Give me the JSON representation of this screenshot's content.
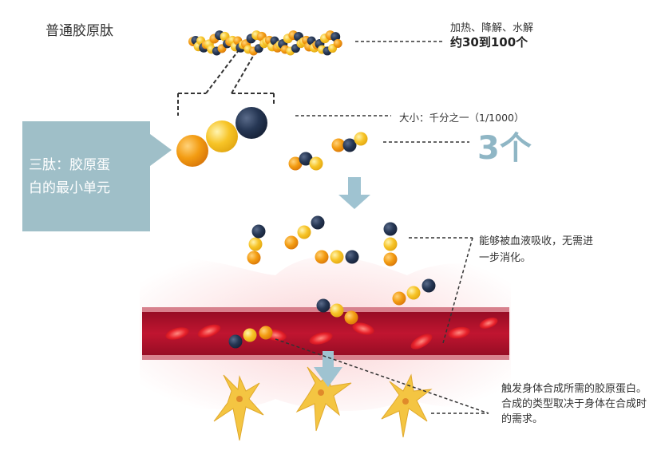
{
  "title": "普通胶原肽",
  "top_note": {
    "process": "加热、降解、水解",
    "count": "约30到100个"
  },
  "size_note": "大小：千分之一（1/1000）",
  "tripeptide_count": "3个",
  "callout": {
    "line1": "三肽：胶原蛋",
    "line2": "白的最小单元"
  },
  "absorb_note": "能够被血液吸收，无需进一步消化。",
  "synthesis_note": "触发身体合成所需的胶原蛋白。合成的类型取决于身体在合成时的需求。",
  "colors": {
    "orange": "#f39c12",
    "yellow": "#f7c427",
    "navy": "#263754",
    "arrow": "#9fc3d1",
    "callout": "#9fbfc8",
    "vessel": "#b5122d",
    "cell": "#f4c542"
  }
}
